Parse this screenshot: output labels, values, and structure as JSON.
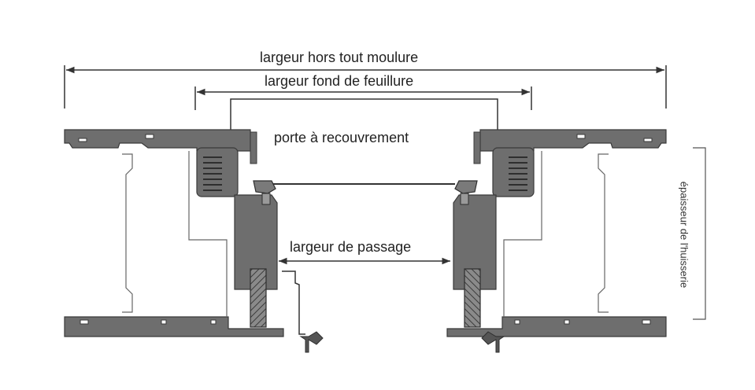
{
  "labels": {
    "overall_width": "largeur hors tout moulure",
    "rebate_width": "largeur fond de feuillure",
    "door_type": "porte à recouvrement",
    "passage_width": "largeur de passage",
    "wall_thickness": "épaisseur de l'huisserie"
  },
  "colors": {
    "profile_fill": "#6e6e6e",
    "profile_stroke": "#3a3a3a",
    "line": "#333333",
    "background": "#ffffff"
  }
}
